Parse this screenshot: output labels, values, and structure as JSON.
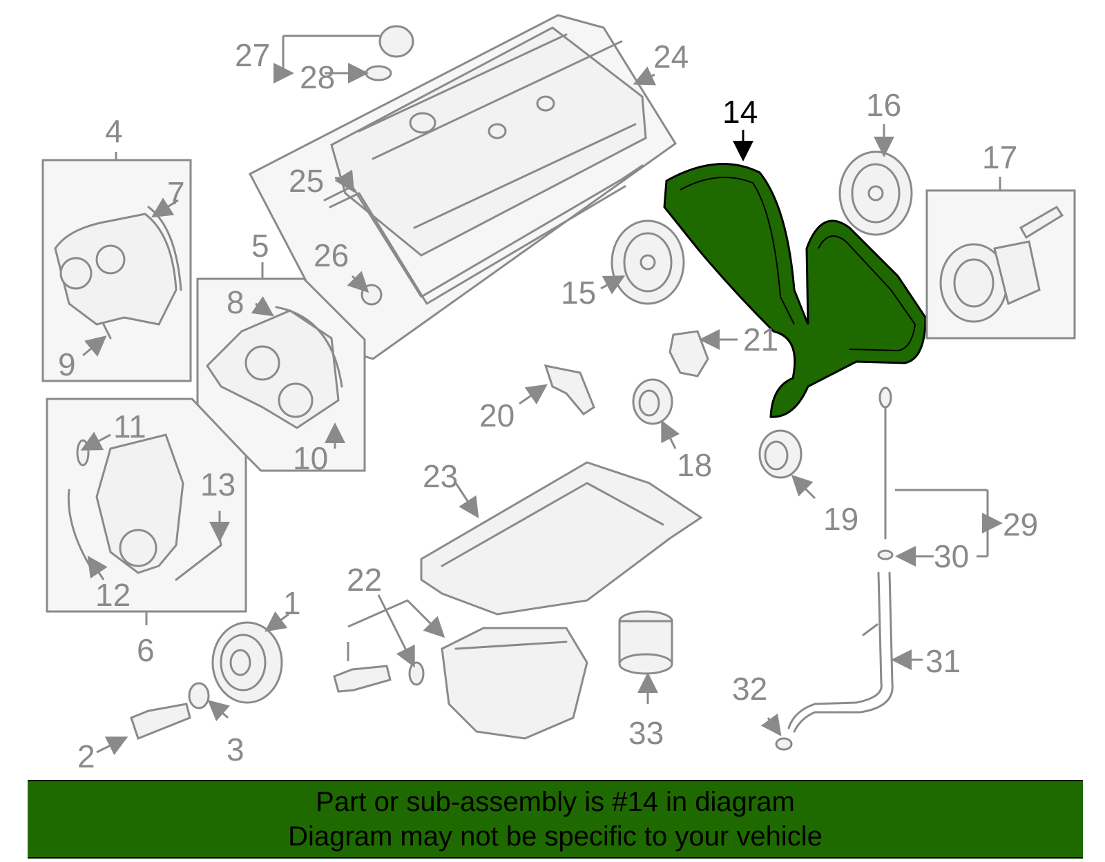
{
  "labels": {
    "n1": "1",
    "n2": "2",
    "n3": "3",
    "n4": "4",
    "n5": "5",
    "n6": "6",
    "n7": "7",
    "n8": "8",
    "n9": "9",
    "n10": "10",
    "n11": "11",
    "n12": "12",
    "n13": "13",
    "n14": "14",
    "n15": "15",
    "n16": "16",
    "n17": "17",
    "n18": "18",
    "n19": "19",
    "n20": "20",
    "n21": "21",
    "n22": "22",
    "n23": "23",
    "n24": "24",
    "n25": "25",
    "n26": "26",
    "n27": "27",
    "n28": "28",
    "n29": "29",
    "n30": "30",
    "n31": "31",
    "n32": "32",
    "n33": "33"
  },
  "highlight": {
    "part": "14",
    "color": "#1f6a00"
  },
  "banner": {
    "line1": "Part or sub-assembly is #14 in diagram",
    "line2": "Diagram may not be specific to your vehicle",
    "background": "#1f6a00"
  }
}
